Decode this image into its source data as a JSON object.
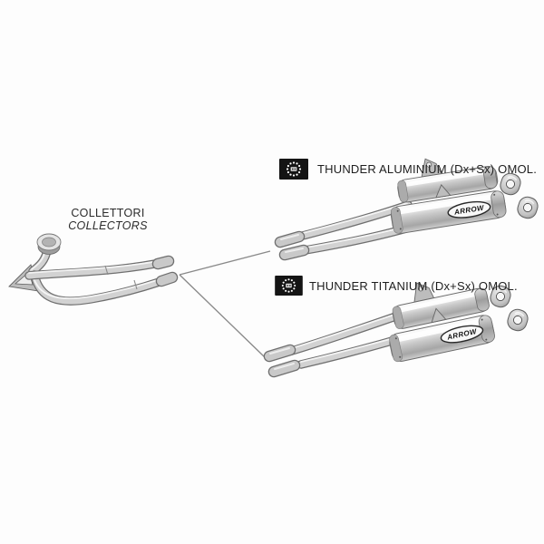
{
  "page": {
    "background": "#ffffff",
    "type": "exhaust-parts-catalog-diagram"
  },
  "collectors": {
    "title_it": "COLLETTORI",
    "title_en": "COLLECTORS"
  },
  "options": [
    {
      "label": "THUNDER ALUMINIUM (Dx+Sx) OMOL.",
      "badge_icon": "eu-homologation-badge"
    },
    {
      "label": "THUNDER TITANIUM (Dx+Sx) OMOL.",
      "badge_icon": "eu-homologation-badge"
    }
  ],
  "brand": {
    "logo_text": "ARROW"
  },
  "parts": {
    "gasket_rings_per_option": 2,
    "silencers_per_option": 2
  },
  "colors": {
    "text": "#1e1e1e",
    "badge_background": "#141414",
    "badge_dots": "#ffffff",
    "connector_line": "#8a8a8a",
    "metal_light": "#f2f2f2",
    "metal_mid": "#c6c6c6",
    "metal_dark": "#7d7d7d"
  }
}
